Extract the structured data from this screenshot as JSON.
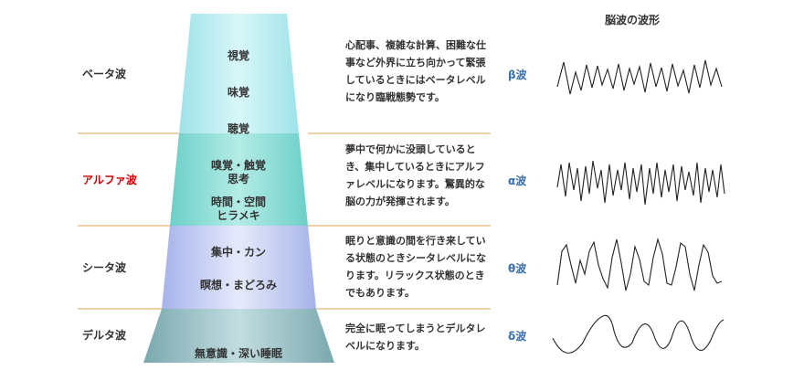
{
  "wave_title": "脳波の波形",
  "rows": [
    {
      "name": "ベータ波",
      "highlight": false,
      "center_lines": [
        "視覚",
        "味覚",
        "聴覚",
        "嗅覚・触覚",
        "時間・空間"
      ],
      "description": "心配事、複雑な計算、困難な仕事など外界に立ち向かって緊張しているときにはベータレベルになり臨戦態勢です。",
      "symbol": "β波",
      "color": "#b3ecf0"
    },
    {
      "name": "アルファ波",
      "highlight": true,
      "center_lines": [
        "思考",
        "ヒラメキ",
        "集中・カン"
      ],
      "description": "夢中で何かに没頭しているとき、集中しているときにアルファレベルになります。驚異的な脳の力が発揮されます。",
      "symbol": "α波",
      "color": "#88d8d4"
    },
    {
      "name": "シータ波",
      "highlight": false,
      "center_lines": [
        "瞑想・まどろみ"
      ],
      "description": "眠りと意識の間を行き来している状態のときシータレベルになります。リラックス状態のときでもあります。",
      "symbol": "θ波",
      "color": "#b8c4ef"
    },
    {
      "name": "デルタ波",
      "highlight": false,
      "center_lines": [
        "無意識・深い睡眠"
      ],
      "description": "完全に眠ってしまうとデルタレベルになります。",
      "symbol": "δ波",
      "color": "#8fb7bd"
    }
  ]
}
